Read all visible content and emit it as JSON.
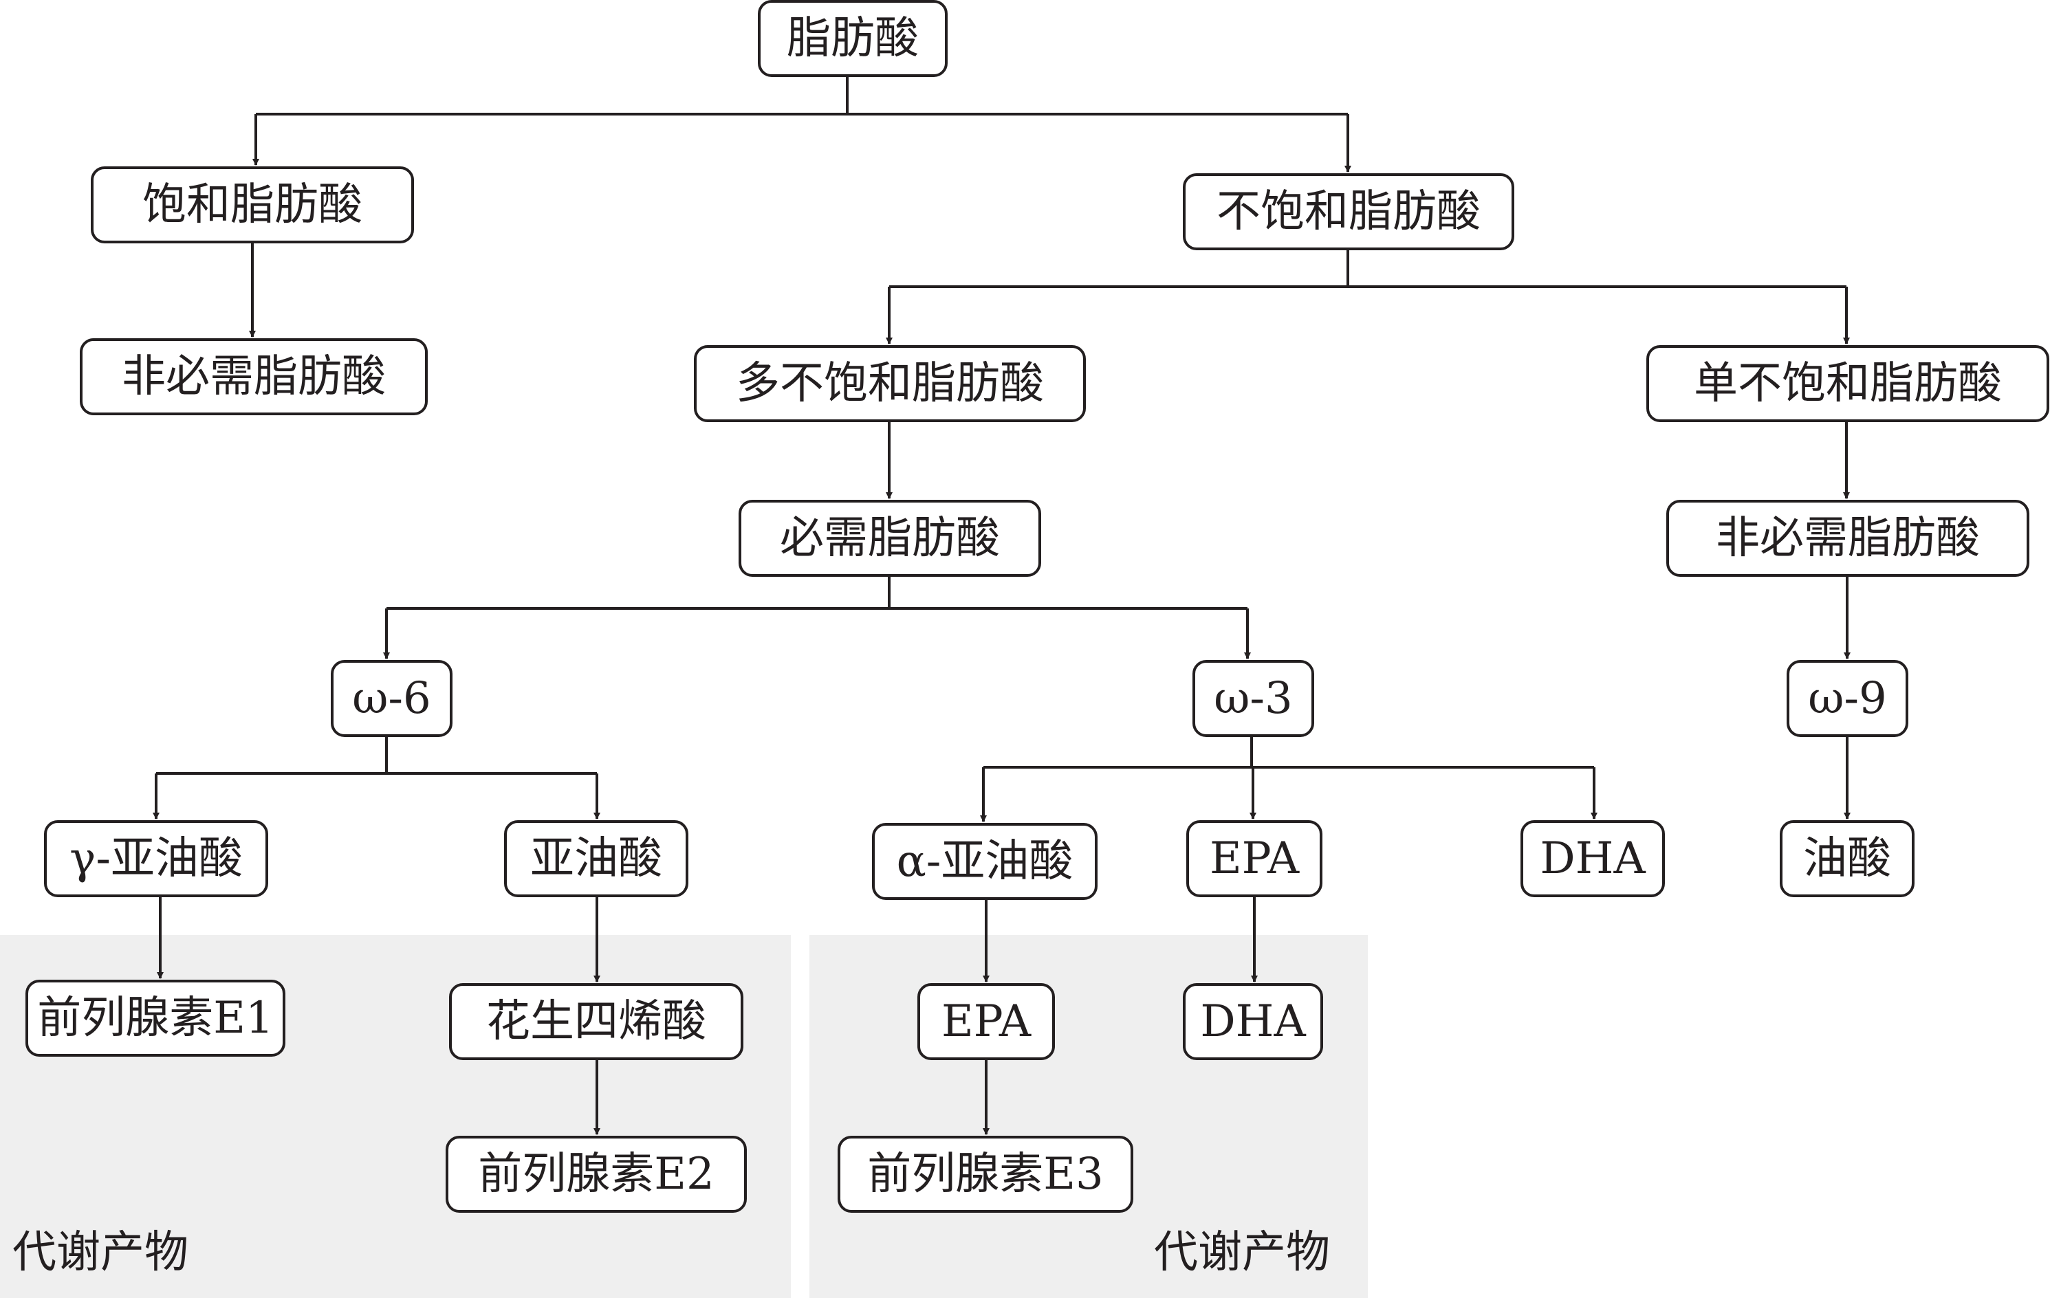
{
  "nodes": {
    "fatty_acid": "脂肪酸",
    "saturated": "饱和脂肪酸",
    "unsaturated": "不饱和脂肪酸",
    "nonessential_left": "非必需脂肪酸",
    "polyunsaturated": "多不饱和脂肪酸",
    "monounsaturated": "单不饱和脂肪酸",
    "essential": "必需脂肪酸",
    "nonessential_right": "非必需脂肪酸",
    "omega6": "ω-6",
    "omega3": "ω-3",
    "omega9": "ω-9",
    "gamma_linolenic": "γ-亚油酸",
    "linoleic": "亚油酸",
    "alpha_linolenic": "α-亚油酸",
    "epa_top": "EPA",
    "dha_top": "DHA",
    "oleic": "油酸",
    "pge1": "前列腺素E1",
    "arachidonic": "花生四烯酸",
    "epa_bottom": "EPA",
    "dha_bottom": "DHA",
    "pge2": "前列腺素E2",
    "pge3": "前列腺素E3"
  },
  "regions": {
    "left_label": "代谢产物",
    "middle_label": "代谢产物"
  }
}
